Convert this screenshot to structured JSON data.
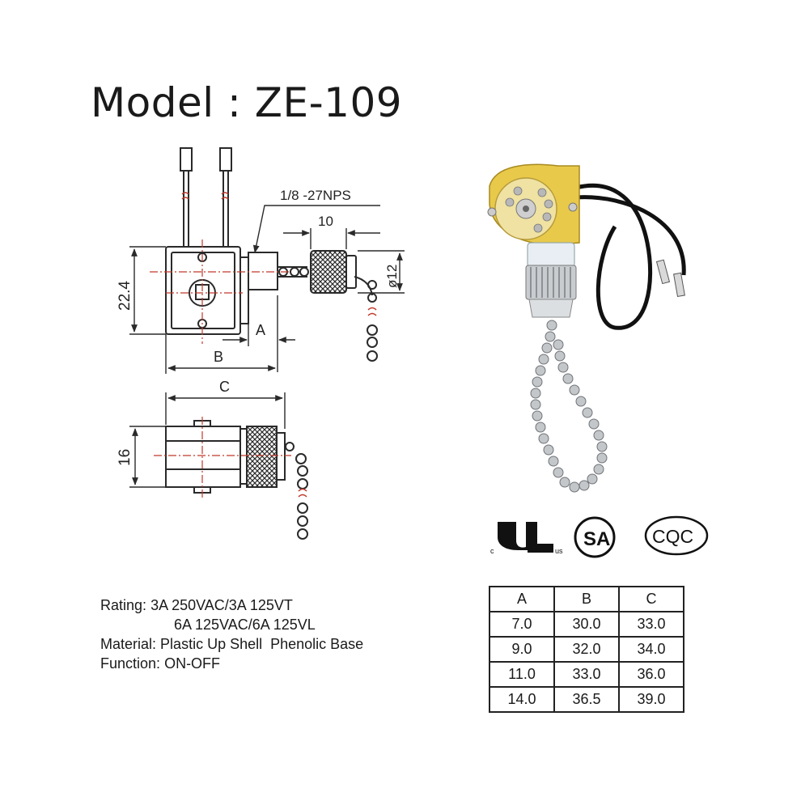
{
  "title": "Model : ZE-109",
  "drawing_labels": {
    "thread": "1/8 -27NPS",
    "dim_10": "10",
    "dim_12": "ø12",
    "dim_22_4": "22.4",
    "dim_a": "A",
    "dim_b": "B",
    "dim_c": "C",
    "dim_16": "16"
  },
  "specs": {
    "rating_label": "Rating:",
    "rating_line1": "3A 250VAC/3A 125VT",
    "rating_line2": "6A 125VAC/6A 125VL",
    "material_label": "Material:",
    "material_value": "Plastic Up Shell  Phenolic Base",
    "function_label": "Function:",
    "function_value": "ON-OFF"
  },
  "table": {
    "headers": [
      "A",
      "B",
      "C"
    ],
    "rows": [
      [
        "7.0",
        "30.0",
        "33.0"
      ],
      [
        "9.0",
        "32.0",
        "34.0"
      ],
      [
        "11.0",
        "33.0",
        "36.0"
      ],
      [
        "14.0",
        "36.5",
        "39.0"
      ]
    ]
  },
  "certifications": {
    "ul": "UL",
    "csa": "SA",
    "cqc": "CQC"
  },
  "colors": {
    "line": "#2a2a2a",
    "center_line": "#c0392b",
    "switch_body": "#e8c94a",
    "metal": "#c9cccf",
    "wire": "#111111"
  },
  "icons": [
    "ul-recognized-mark-icon",
    "csa-mark-icon",
    "cqc-mark-icon"
  ]
}
